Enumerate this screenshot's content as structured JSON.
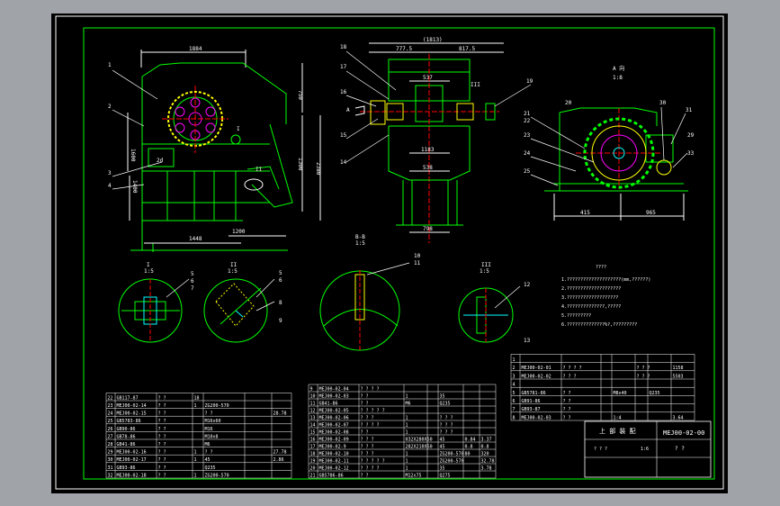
{
  "views": {
    "main": {
      "dim_top": "1884",
      "dim_right1": "750",
      "dim_right2": "1300",
      "dim_right3": "2380",
      "dim_left1": "1600",
      "dim_left2": "1400",
      "dim_bottom1": "1200",
      "dim_bottom2": "1448",
      "balloons": [
        "1",
        "2",
        "3",
        "4",
        "I",
        "II"
      ],
      "box_label": "2d"
    },
    "side": {
      "dim_top": "(1813)",
      "dim_top_left": "777.5",
      "dim_top_right": "817.5",
      "dim_inner1": "537",
      "dim_inner2": "1183",
      "dim_bottom1": "538",
      "dim_bottom2": "798",
      "section_mark": "A",
      "balloons": [
        "18",
        "17",
        "16",
        "15",
        "14",
        "III",
        "19"
      ]
    },
    "aview": {
      "title": "A 向",
      "scale": "1:8",
      "dim_left": "415",
      "dim_right": "965",
      "balloons": [
        "20",
        "21",
        "22",
        "23",
        "24",
        "25",
        "30",
        "31",
        "29",
        "33"
      ]
    }
  },
  "details": [
    {
      "roman": "I",
      "scale": "1:5",
      "balloons": [
        "5",
        "6",
        "7"
      ]
    },
    {
      "roman": "II",
      "scale": "1:5",
      "balloons": [
        "5",
        "6",
        "8",
        "9"
      ]
    },
    {
      "roman": "B-B",
      "scale": "1:5",
      "balloons": [
        "10",
        "11"
      ]
    },
    {
      "roman": "III",
      "scale": "1:5",
      "balloons": [
        "12",
        "13"
      ]
    }
  ],
  "notes": {
    "title": "????",
    "lines": [
      "1.????????????????????(mm,??????)",
      "2.????????????????????",
      "3.???????????????????",
      "4.??????????????,?????",
      "5.?????????",
      "6.??????????????%?,?????????"
    ]
  },
  "bom_left": {
    "rows": [
      [
        "32",
        "MEJ00-02-18",
        "? ?",
        "1",
        "ZG200-570",
        "",
        ""
      ],
      [
        "31",
        "GB93-86",
        "? ?",
        "",
        "Q235",
        "",
        ""
      ],
      [
        "30",
        "MEJ00-02-17",
        "? ?",
        "1",
        "45",
        "",
        "2.86"
      ],
      [
        "29",
        "MEJ00-02-16",
        "? ?",
        "1",
        "? ?",
        "",
        "27.78"
      ],
      [
        "28",
        "GB41-86",
        "? ?",
        "",
        "M6",
        "",
        ""
      ],
      [
        "27",
        "GB78-86",
        "? ?",
        "",
        "M10x8",
        "",
        ""
      ],
      [
        "26",
        "GB90-86",
        "? ?",
        "",
        "M16",
        "",
        ""
      ],
      [
        "25",
        "GB5783-86",
        "? ?",
        "",
        "M16x60",
        "",
        ""
      ],
      [
        "24",
        "MEJ00-02-15",
        "? ?",
        "",
        "? ?",
        "",
        "28.78"
      ],
      [
        "23",
        "MEJ00-02-14",
        "? ?",
        "1",
        "ZG200-570",
        "",
        ""
      ],
      [
        "22",
        "GB117-87",
        "? ?",
        "18",
        "",
        "",
        ""
      ]
    ]
  },
  "bom_mid": {
    "rows": [
      [
        "21",
        "GB5786-86",
        "? ?",
        "M12x75",
        "",
        "Q275",
        "",
        ""
      ],
      [
        "20",
        "MEJ00-02-12",
        "? ? ? ?",
        "1",
        "",
        "35",
        "",
        "3.78"
      ],
      [
        "19",
        "MEJ00-02-11",
        "? ? ? ? ?",
        "1",
        "",
        "ZG200-570",
        "",
        "32.78"
      ],
      [
        "18",
        "MEJ00-02-10",
        "? ? ?",
        "1",
        "",
        "ZG200-570",
        "80",
        "320"
      ],
      [
        "17",
        "MEJ00-02-9",
        "? ? ?",
        "282X210X50",
        "",
        "45",
        "0.8",
        "0.8"
      ],
      [
        "16",
        "MEJ00-02-09",
        "? ? ?",
        "032X280X50",
        "",
        "45",
        "0.84",
        "3.37"
      ],
      [
        "15",
        "MEJ00-02-08",
        "? ?",
        "1",
        "",
        "? ? ?",
        "",
        ""
      ],
      [
        "14",
        "MEJ00-02-07",
        "? ? ? ?",
        "1",
        "",
        "? ? ?",
        "",
        ""
      ],
      [
        "13",
        "MEJ00-02-06",
        "? ? ?",
        "1",
        "",
        "? ? ?",
        "",
        ""
      ],
      [
        "12",
        "MEJ00-02-05",
        "? ? ? ? ?",
        "",
        "",
        "",
        "",
        ""
      ],
      [
        "11",
        "GB41-86",
        "? ?",
        "M6",
        "",
        "Q235",
        "",
        ""
      ],
      [
        "10",
        "MEJ00-02-03",
        "? ?",
        "1",
        "",
        "35",
        "",
        ""
      ],
      [
        "9",
        "MEJ00-02-04",
        "? ? ? ?",
        "",
        "",
        "",
        "",
        ""
      ]
    ]
  },
  "bom_right": {
    "rows": [
      [
        "8",
        "MEJ00-02-03",
        "? ?",
        "",
        "1:4",
        "",
        "",
        "3.64"
      ],
      [
        "7",
        "GB93-87",
        "? ?",
        "",
        "",
        "",
        "",
        ""
      ],
      [
        "6",
        "GB91-86",
        "? ?",
        "",
        "",
        "",
        "",
        ""
      ],
      [
        "5",
        "GB5781-86",
        "? ?",
        "",
        "M8x40",
        "",
        "Q235",
        ""
      ],
      [
        "4",
        "",
        "",
        "",
        "",
        "",
        "",
        ""
      ],
      [
        "3",
        "MEJ00-02-02",
        "? ? ?",
        "",
        "",
        "? ? ?",
        "",
        "5503"
      ],
      [
        "2",
        "MEJ00-02-01",
        "? ? ? ?",
        "",
        "",
        "? ? ?",
        "",
        "1158"
      ],
      [
        "1",
        "",
        "",
        "",
        "",
        "",
        "",
        ""
      ]
    ],
    "title1": "上 部 装 配",
    "drawing_no": "MEJ00-02-00",
    "unit": "? ? ?",
    "qty": "1:6",
    "sheet": "? ?"
  },
  "colors": {
    "background": "#000000",
    "frame": "#ffffff",
    "line": "#00ff00",
    "text": "#ffffff",
    "center": "#ff0000",
    "accent": "#00ffff",
    "yellow": "#ffff00",
    "magenta": "#ff00ff"
  }
}
